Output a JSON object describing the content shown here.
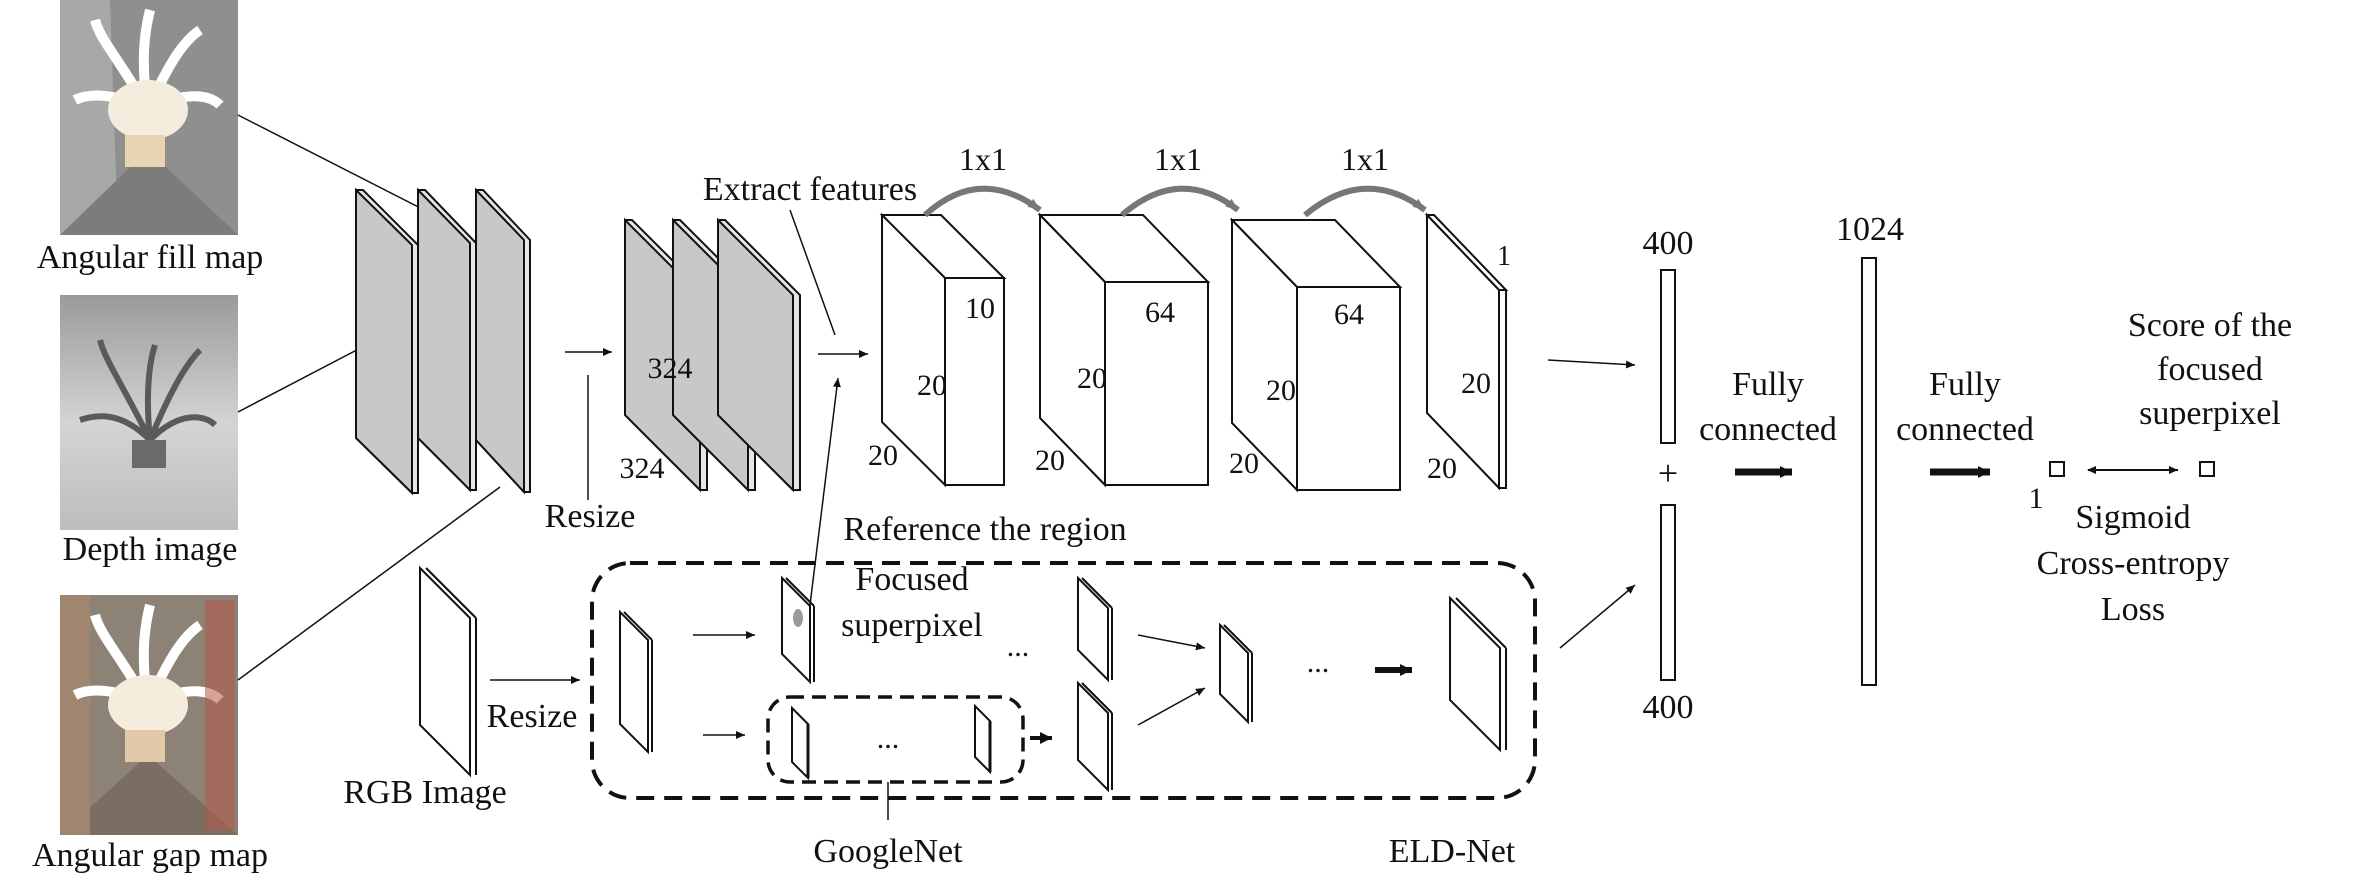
{
  "inputs": {
    "angular_fill": "Angular fill map",
    "depth": "Depth image",
    "angular_gap": "Angular gap map",
    "rgb": "RGB Image"
  },
  "steps": {
    "resize_top": "Resize",
    "resize_bottom": "Resize",
    "extract": "Extract features",
    "reference": "Reference the region"
  },
  "dims": {
    "resized_w": "324",
    "resized_h": "324",
    "b1_c": "10",
    "b1_w": "20",
    "b1_h": "20",
    "b2_c": "64",
    "b2_w": "20",
    "b2_h": "20",
    "b3_c": "64",
    "b3_w": "20",
    "b3_h": "20",
    "b4_c": "1",
    "b4_w": "20",
    "b4_h": "20",
    "conv1": "1x1",
    "conv2": "1x1",
    "conv3": "1x1"
  },
  "eld": {
    "focused": [
      "Focused",
      "superpixel"
    ],
    "ellipsis": "...",
    "googlenet": "GoogleNet",
    "name": "ELD-Net"
  },
  "head": {
    "vec_top": "400",
    "plus": "+",
    "vec_bottom": "400",
    "fc1": [
      "Fully",
      "connected"
    ],
    "fc_size": "1024",
    "fc2": [
      "Fully",
      "connected"
    ],
    "out_size": "1",
    "score": [
      "Score of the",
      "focused",
      "superpixel"
    ],
    "loss": [
      "Sigmoid",
      "Cross-entropy",
      "Loss"
    ]
  },
  "colors": {
    "gray_slab": "#c8c8c8",
    "line": "#111111",
    "arrow_gray": "#777777"
  }
}
